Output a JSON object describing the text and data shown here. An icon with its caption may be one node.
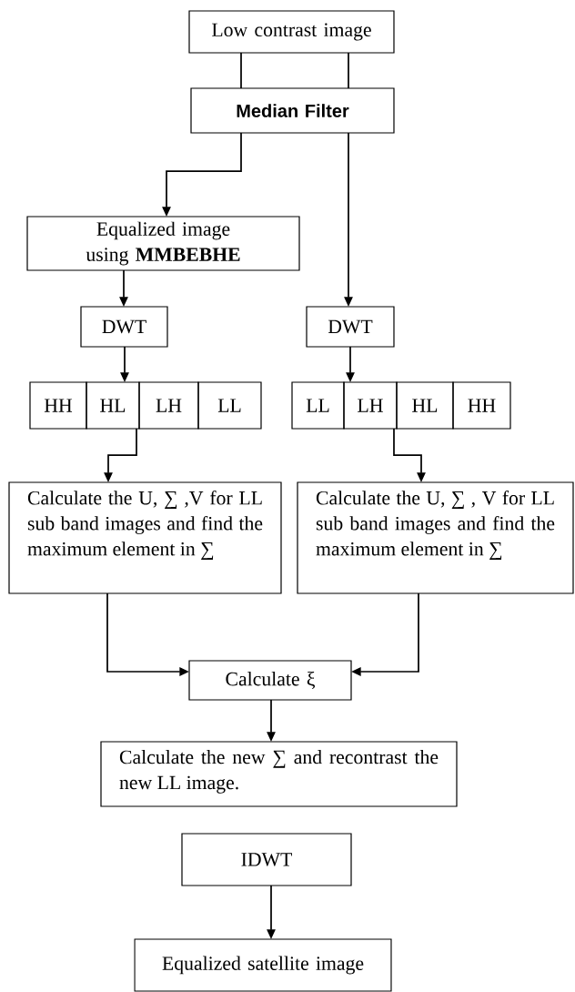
{
  "diagram": {
    "nodes": [
      {
        "text": [
          "Low contrast image"
        ]
      },
      {
        "text": [
          "Median Filter"
        ]
      },
      {
        "text": [
          "Equalized image using **MMBEBHE**"
        ]
      },
      {
        "text": [
          "DWT"
        ]
      },
      {
        "text": [
          "HH"
        ]
      },
      {
        "text": [
          "HL"
        ]
      },
      {
        "text": [
          "LH"
        ]
      },
      {
        "text": [
          "LL"
        ]
      },
      {
        "text": [
          "DWT"
        ]
      },
      {
        "text": [
          "LL"
        ]
      },
      {
        "text": [
          "LH"
        ]
      },
      {
        "text": [
          "HL"
        ]
      },
      {
        "text": [
          "HH"
        ]
      },
      {
        "text": [
          "Calculate the U, ∑ ,V for LL sub band images and find the maximum element in ∑"
        ]
      },
      {
        "text": [
          "Calculate the U, ∑ , V for LL sub band images and find the maximum element in ∑"
        ]
      },
      {
        "text": [
          "Calculate ξ"
        ]
      },
      {
        "text": [
          "Calculate the new ∑ and recontrast the new LL image."
        ]
      },
      {
        "text": [
          "IDWT"
        ]
      },
      {
        "text": [
          "Equalized satellite image"
        ]
      }
    ],
    "edges": [
      {
        "from": 0,
        "to": 1,
        "arrow": "none"
      },
      {
        "from": 0,
        "to": 1,
        "arrow": "none"
      },
      {
        "from": 1,
        "to": 2,
        "arrow": "to"
      },
      {
        "from": 1,
        "to": 8,
        "arrow": "to"
      },
      {
        "from": 2,
        "to": 3,
        "arrow": "to"
      },
      {
        "from": 3,
        "to": 5,
        "arrow": "to"
      },
      {
        "from": 8,
        "to": 10,
        "arrow": "to"
      },
      {
        "from": 5,
        "to": 13,
        "arrow": "to"
      },
      {
        "from": 10,
        "to": 14,
        "arrow": "to"
      },
      {
        "from": 13,
        "to": 15,
        "arrow": "to"
      },
      {
        "from": 14,
        "to": 15,
        "arrow": "to"
      },
      {
        "from": 15,
        "to": 16,
        "arrow": "to"
      },
      {
        "from": 17,
        "to": 18,
        "arrow": "to"
      }
    ]
  }
}
